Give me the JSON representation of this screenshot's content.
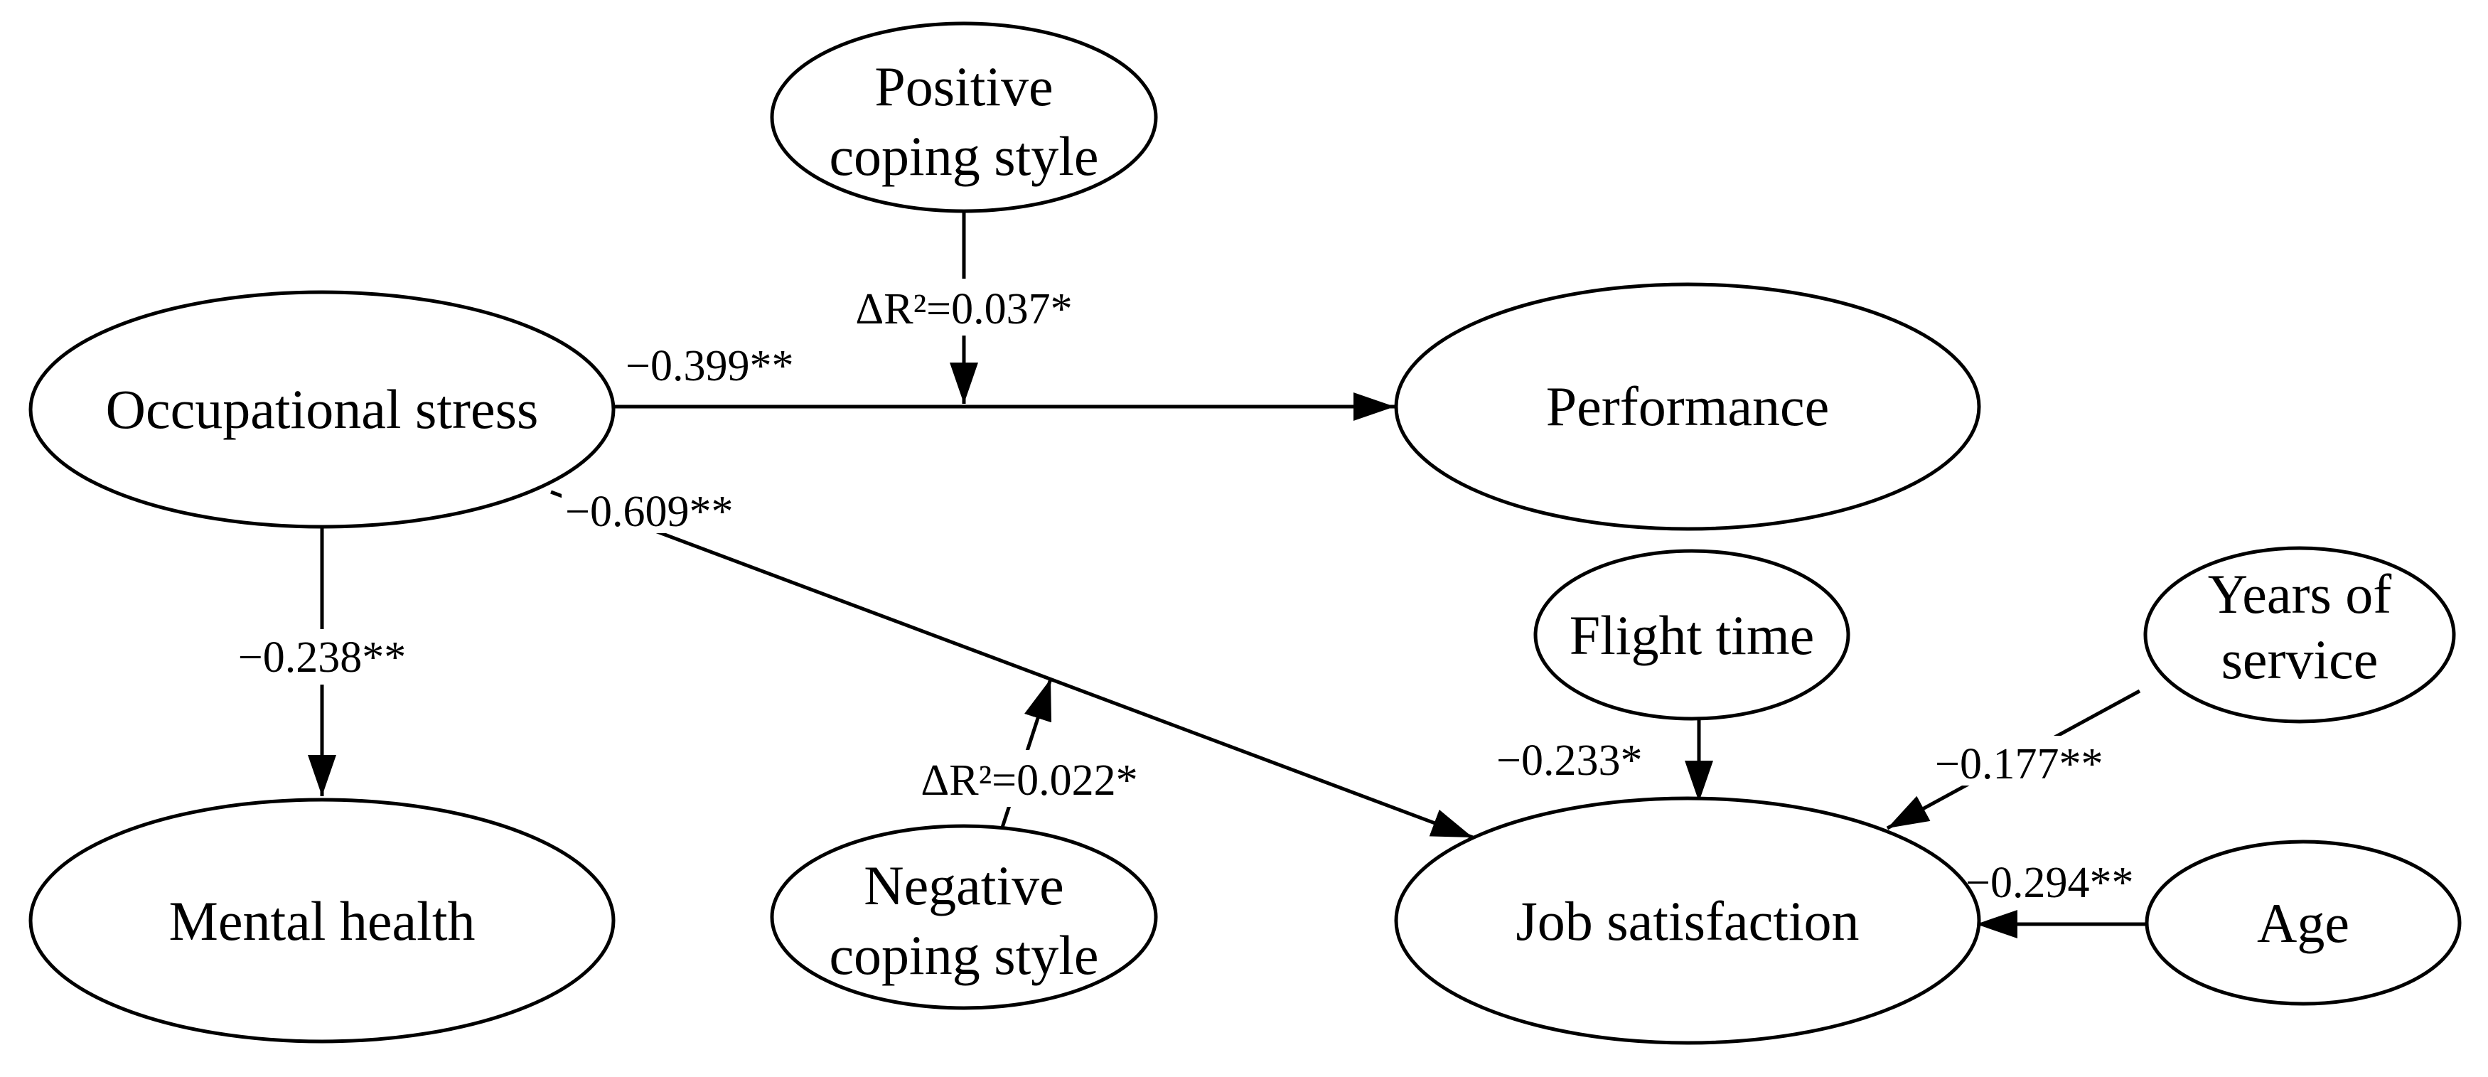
{
  "colors": {
    "stroke": "#000000",
    "background": "#ffffff",
    "text": "#000000"
  },
  "nodes": {
    "positive_coping": {
      "lines": [
        "Positive",
        "coping style"
      ]
    },
    "occupational_stress": {
      "lines": [
        "Occupational stress"
      ]
    },
    "performance": {
      "lines": [
        "Performance"
      ]
    },
    "flight_time": {
      "lines": [
        "Flight time"
      ]
    },
    "years_of_service": {
      "lines": [
        "Years of",
        "service"
      ]
    },
    "mental_health": {
      "lines": [
        "Mental health"
      ]
    },
    "negative_coping": {
      "lines": [
        "Negative",
        "coping style"
      ]
    },
    "job_satisfaction": {
      "lines": [
        "Job satisfaction"
      ]
    },
    "age": {
      "lines": [
        "Age"
      ]
    }
  },
  "edges": {
    "stress_to_performance": "−0.399**",
    "stress_to_job_satisfaction": "−0.609**",
    "stress_to_mental_health": "−0.238**",
    "positive_coping_moderation": "ΔR²=0.037*",
    "negative_coping_moderation": "ΔR²=0.022*",
    "flight_time_to_job_satisfaction": "−0.233*",
    "years_to_job_satisfaction": "−0.177**",
    "age_to_job_satisfaction": "−0.294**"
  }
}
